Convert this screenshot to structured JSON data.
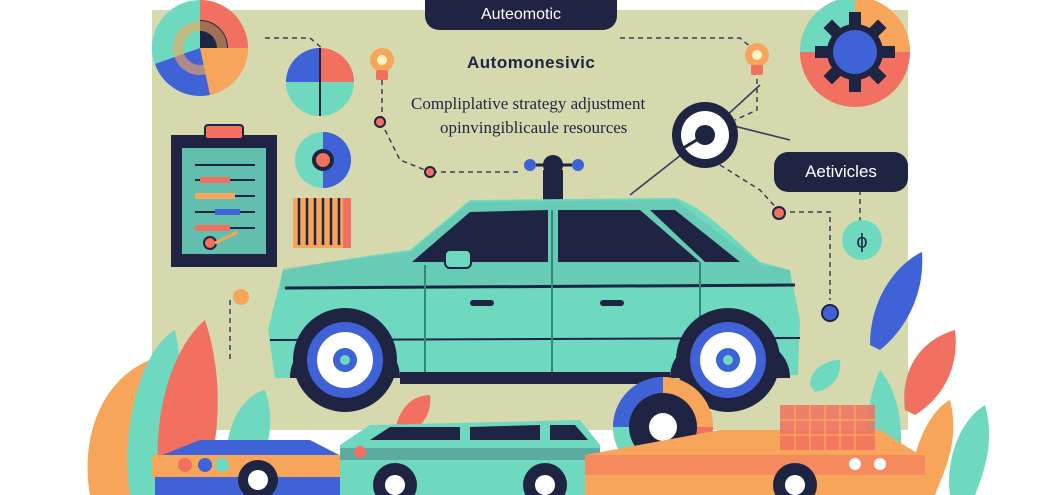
{
  "labels": {
    "top_pill": "Auteomotic",
    "heading": "Automonesivic",
    "strategy_line_1": "Compliplative strategy adjustment",
    "strategy_line_2": "opinvingiblicaule resources",
    "right_pill": "Aetivicles"
  },
  "icons": {
    "pie_top_left": "pie-chart-icon",
    "pie_small": "pie-chart-icon",
    "donut": "donut-chart-icon",
    "gear": "gear-icon",
    "bulb_1": "lightbulb-icon",
    "bulb_2": "lightbulb-icon",
    "clipboard": "clipboard-icon",
    "gauge": "gauge-icon",
    "phi_badge": "phi-badge-icon"
  },
  "colors": {
    "panel": "#d5d9ad",
    "navy": "#1e2442",
    "teal": "#6fd9bf",
    "coral": "#f2705f",
    "orange": "#f7a55a",
    "blue": "#3f62d6"
  }
}
